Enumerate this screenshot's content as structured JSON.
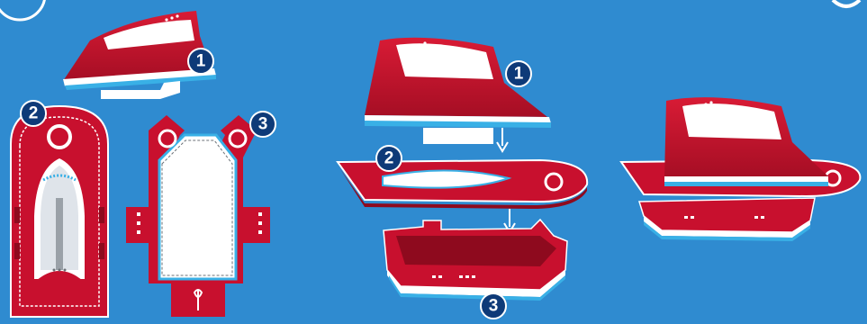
{
  "colors": {
    "background": "#2f8bd0",
    "hull_red": "#c8102e",
    "dark_red": "#8e0a1e",
    "white": "#ffffff",
    "light_blue_stripe": "#39b0e6",
    "badge_fill": "#0e3a78",
    "grey": "#d9dde3"
  },
  "badges": {
    "step1_a": "1",
    "step2_a": "2",
    "step3_a": "3",
    "step1_b": "1",
    "step2_b": "2",
    "step3_b": "3"
  }
}
